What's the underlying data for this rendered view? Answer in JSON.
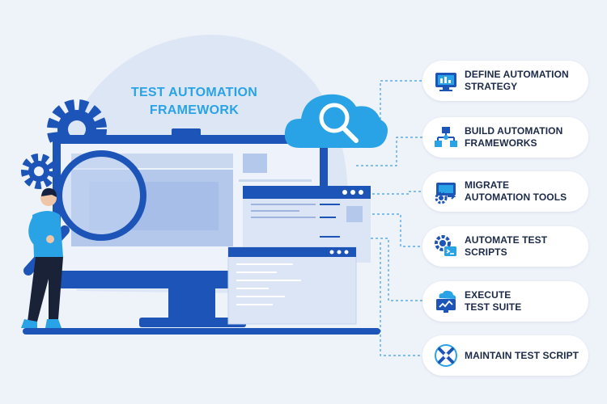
{
  "title": {
    "line1": "TEST AUTOMATION",
    "line2": "FRAMEWORK"
  },
  "steps": [
    {
      "icon": "strategy-icon",
      "lines": [
        "DEFINE AUTOMATION",
        "STRATEGY"
      ]
    },
    {
      "icon": "framework-network-icon",
      "lines": [
        "BUILD AUTOMATION",
        "FRAMEWORKS"
      ]
    },
    {
      "icon": "migrate-tools-icon",
      "lines": [
        "MIGRATE",
        "AUTOMATION TOOLS"
      ]
    },
    {
      "icon": "automate-scripts-icon",
      "lines": [
        "AUTOMATE TEST",
        "SCRIPTS"
      ]
    },
    {
      "icon": "execute-suite-icon",
      "lines": [
        "EXECUTE",
        "TEST SUITE"
      ]
    },
    {
      "icon": "maintain-tools-icon",
      "lines": [
        "MAINTAIN TEST SCRIPT"
      ]
    }
  ],
  "colors": {
    "primary_blue": "#1d54b8",
    "light_blue": "#2aa3e6",
    "text_dark": "#1c2a48",
    "background": "#eef2f9"
  }
}
